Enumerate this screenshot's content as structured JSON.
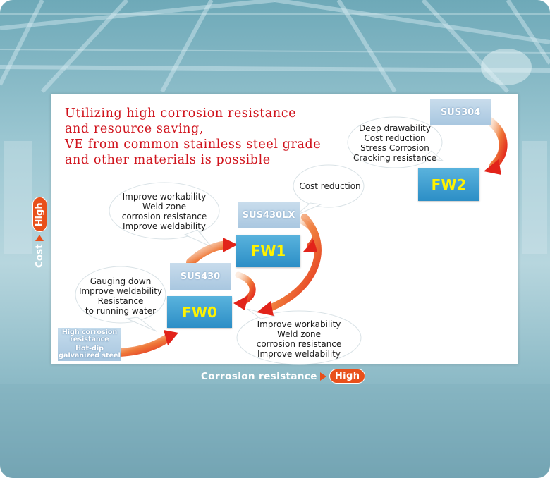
{
  "headline": [
    "Utilizing high corrosion resistance",
    "and resource saving,",
    "VE from common stainless steel grade",
    "and other materials is possible"
  ],
  "grades": {
    "sus304": "SUS304",
    "sus430lx": "SUS430LX",
    "sus430": "SUS430"
  },
  "products": {
    "fw2": "FW2",
    "fw1": "FW1",
    "fw0": "FW0"
  },
  "start_box": [
    "High corrosion",
    "resistance",
    "Hot-dip",
    "galvanized steel"
  ],
  "bubbles": {
    "fw2_benefits": [
      "Deep drawability",
      "Cost reduction",
      "Stress Corrosion",
      "Cracking resistance"
    ],
    "cost_reduction": [
      "Cost reduction"
    ],
    "fw1_benefits": [
      "Improve workability",
      "Weld zone",
      "corrosion resistance",
      "Improve weldability"
    ],
    "fw0_benefits": [
      "Gauging down",
      "Improve weldability",
      "Resistance",
      "to running water"
    ],
    "lower_benefits": [
      "Improve workability",
      "Weld zone",
      "corrosion resistance",
      "Improve weldability"
    ]
  },
  "axis_x": {
    "label": "Corrosion resistance",
    "value": "High"
  },
  "axis_y": {
    "label": "Cost",
    "value": "High"
  },
  "colors": {
    "accent": "#e8501b",
    "headline": "#d0131c",
    "product_text": "#fff200",
    "product_bg": "#2c8ec6"
  }
}
